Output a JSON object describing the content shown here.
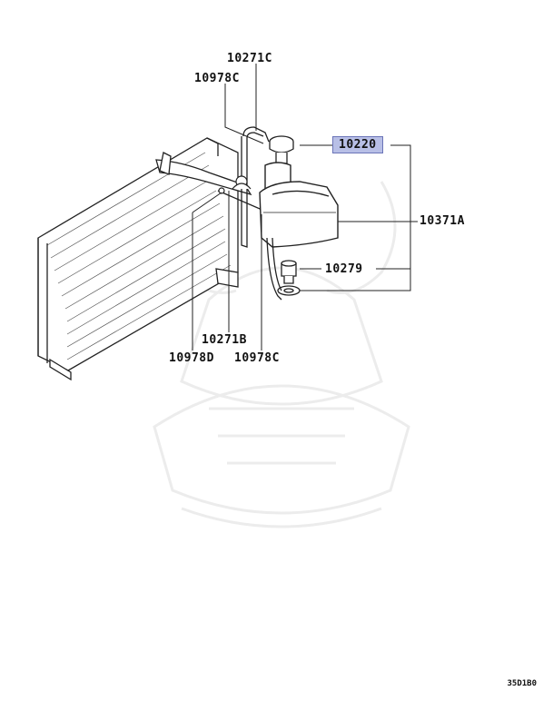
{
  "diagram": {
    "part_labels": [
      {
        "id": "10271C",
        "text": "10271C"
      },
      {
        "id": "10978C-top",
        "text": "10978C"
      },
      {
        "id": "10220",
        "text": "10220",
        "highlighted": true
      },
      {
        "id": "10371A",
        "text": "10371A"
      },
      {
        "id": "10279",
        "text": "10279"
      },
      {
        "id": "10271B",
        "text": "10271B"
      },
      {
        "id": "10978D",
        "text": "10978D"
      },
      {
        "id": "10978C-bottom",
        "text": "10978C"
      }
    ],
    "diagram_code": "35D1B0",
    "highlight_color": "#b8bfe6",
    "watermark": "samurai-helmet-logo"
  }
}
